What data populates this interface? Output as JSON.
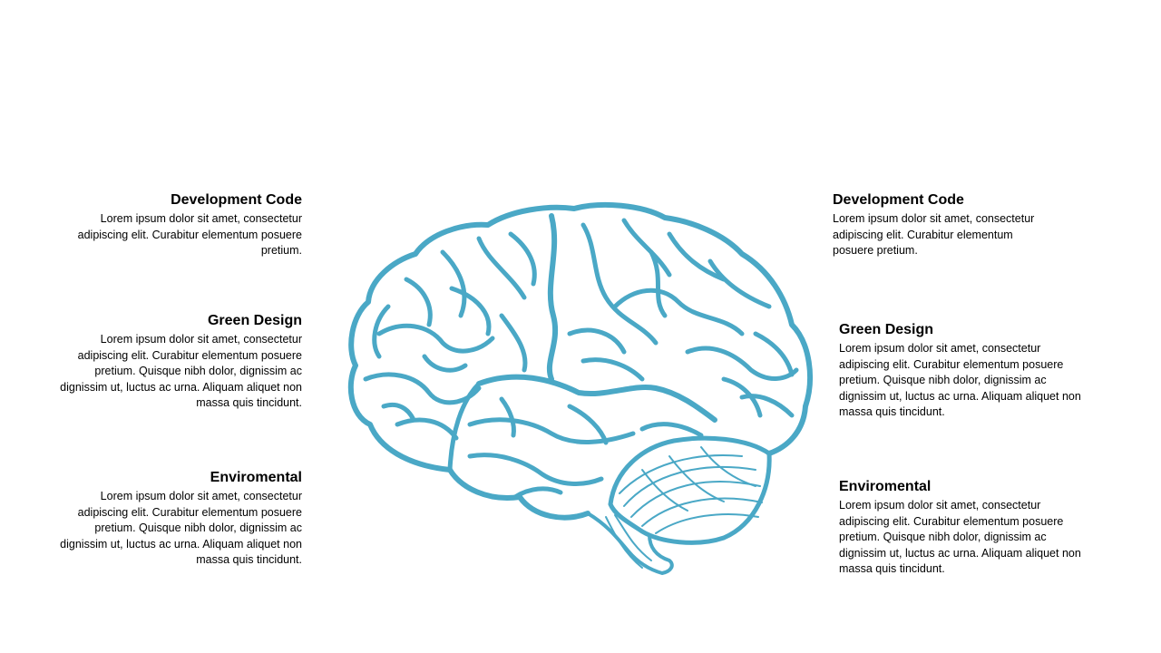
{
  "colors": {
    "brain_stroke": "#4aa8c6",
    "heading": "#000000",
    "body_text": "#000000",
    "background": "#ffffff"
  },
  "blocks": [
    {
      "title": "Development Code",
      "body": "Lorem ipsum dolor sit amet, consectetur adipiscing elit. Curabitur elementum posuere pretium."
    },
    {
      "title": "Green Design",
      "body": "Lorem ipsum dolor sit amet, consectetur adipiscing elit. Curabitur elementum posuere pretium. Quisque nibh dolor, dignissim ac dignissim ut, luctus ac urna. Aliquam aliquet non massa quis tincidunt."
    },
    {
      "title": "Enviromental",
      "body": "Lorem ipsum dolor sit amet, consectetur adipiscing elit. Curabitur elementum posuere pretium. Quisque nibh dolor, dignissim ac dignissim ut, luctus ac urna. Aliquam aliquet non massa quis tincidunt."
    },
    {
      "title": "Development Code",
      "body": "Lorem ipsum dolor sit amet, consectetur adipiscing elit. Curabitur elementum posuere pretium."
    },
    {
      "title": "Green Design",
      "body": "Lorem ipsum dolor sit amet, consectetur adipiscing elit. Curabitur elementum posuere pretium. Quisque nibh dolor, dignissim ac dignissim ut, luctus ac urna. Aliquam aliquet non massa quis tincidunt."
    },
    {
      "title": "Enviromental",
      "body": "Lorem ipsum dolor sit amet, consectetur adipiscing elit. Curabitur elementum posuere pretium. Quisque nibh dolor, dignissim ac dignissim ut, luctus ac urna. Aliquam aliquet non massa quis tincidunt."
    }
  ],
  "illustration": {
    "icon": "brain-icon"
  }
}
